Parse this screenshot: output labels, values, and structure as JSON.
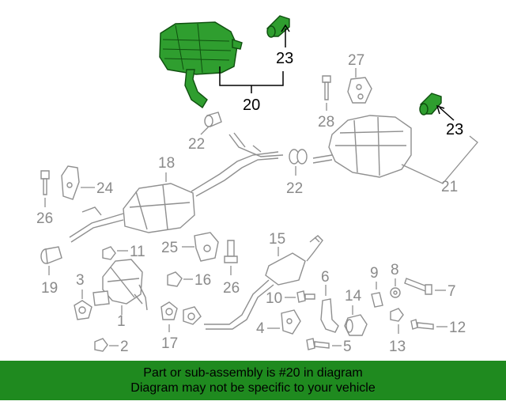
{
  "callouts": {
    "n1": "1",
    "n2": "2",
    "n3": "3",
    "n4": "4",
    "n5": "5",
    "n6": "6",
    "n7": "7",
    "n8": "8",
    "n9": "9",
    "n10": "10",
    "n11": "11",
    "n12": "12",
    "n13": "13",
    "n14": "14",
    "n15": "15",
    "n16": "16",
    "n17": "17",
    "n18": "18",
    "n19": "19",
    "n20": "20",
    "n21": "21",
    "n22a": "22",
    "n22b": "22",
    "n23a": "23",
    "n23b": "23",
    "n24": "24",
    "n25": "25",
    "n26a": "26",
    "n26b": "26",
    "n27": "27",
    "n28": "28"
  },
  "banner": {
    "line1": "Part or sub-assembly is #20 in diagram",
    "line2": "Diagram may not be specific to your vehicle"
  },
  "colors": {
    "highlight": "#2f9e2f",
    "banner": "#1f8a1f",
    "part_outline": "#8f8f8f"
  }
}
